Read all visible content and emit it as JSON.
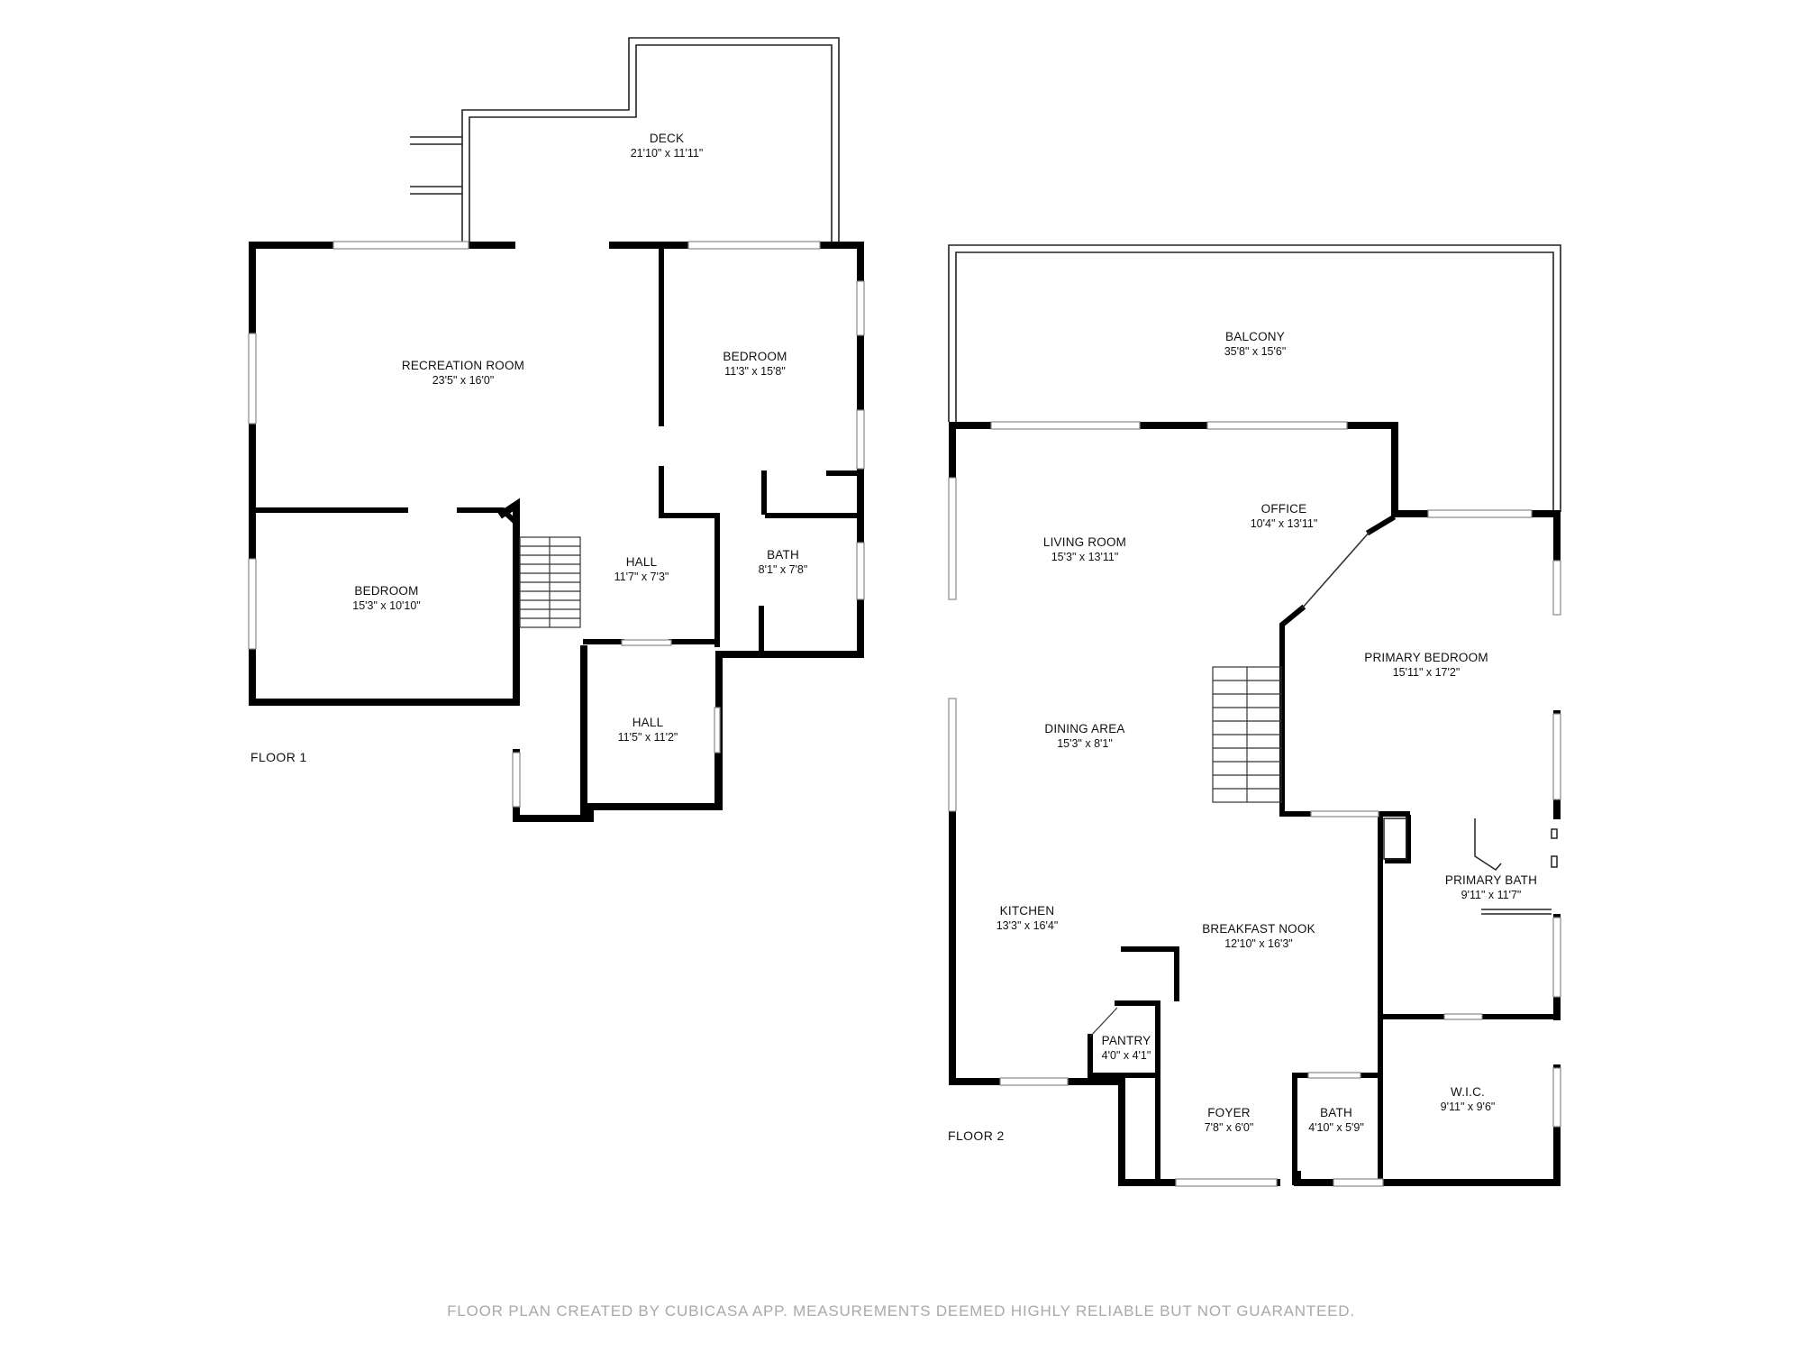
{
  "floors": [
    {
      "label": "FLOOR 1",
      "rooms": [
        {
          "name": "DECK",
          "dims": "21'10\" x 11'11\""
        },
        {
          "name": "RECREATION ROOM",
          "dims": "23'5\" x 16'0\""
        },
        {
          "name": "BEDROOM",
          "dims": "11'3\" x 15'8\""
        },
        {
          "name": "BEDROOM",
          "dims": "15'3\" x 10'10\""
        },
        {
          "name": "HALL",
          "dims": "11'7\" x 7'3\""
        },
        {
          "name": "BATH",
          "dims": "8'1\" x 7'8\""
        },
        {
          "name": "HALL",
          "dims": "11'5\" x 11'2\""
        }
      ]
    },
    {
      "label": "FLOOR 2",
      "rooms": [
        {
          "name": "BALCONY",
          "dims": "35'8\" x 15'6\""
        },
        {
          "name": "LIVING ROOM",
          "dims": "15'3\" x 13'11\""
        },
        {
          "name": "OFFICE",
          "dims": "10'4\" x 13'11\""
        },
        {
          "name": "PRIMARY BEDROOM",
          "dims": "15'11\" x 17'2\""
        },
        {
          "name": "DINING AREA",
          "dims": "15'3\" x 8'1\""
        },
        {
          "name": "PRIMARY BATH",
          "dims": "9'11\" x 11'7\""
        },
        {
          "name": "KITCHEN",
          "dims": "13'3\" x 16'4\""
        },
        {
          "name": "BREAKFAST NOOK",
          "dims": "12'10\" x 16'3\""
        },
        {
          "name": "PANTRY",
          "dims": "4'0\" x 4'1\""
        },
        {
          "name": "W.I.C.",
          "dims": "9'11\" x 9'6\""
        },
        {
          "name": "FOYER",
          "dims": "7'8\" x 6'0\""
        },
        {
          "name": "BATH",
          "dims": "4'10\" x 5'9\""
        }
      ]
    }
  ],
  "footer": "FLOOR PLAN CREATED BY CUBICASA APP. MEASUREMENTS DEEMED HIGHLY RELIABLE BUT NOT GUARANTEED.",
  "colors": {
    "wall": "#000000",
    "thin_wall": "#222222",
    "window": "#888888",
    "footer_text": "#a9a9a9"
  }
}
